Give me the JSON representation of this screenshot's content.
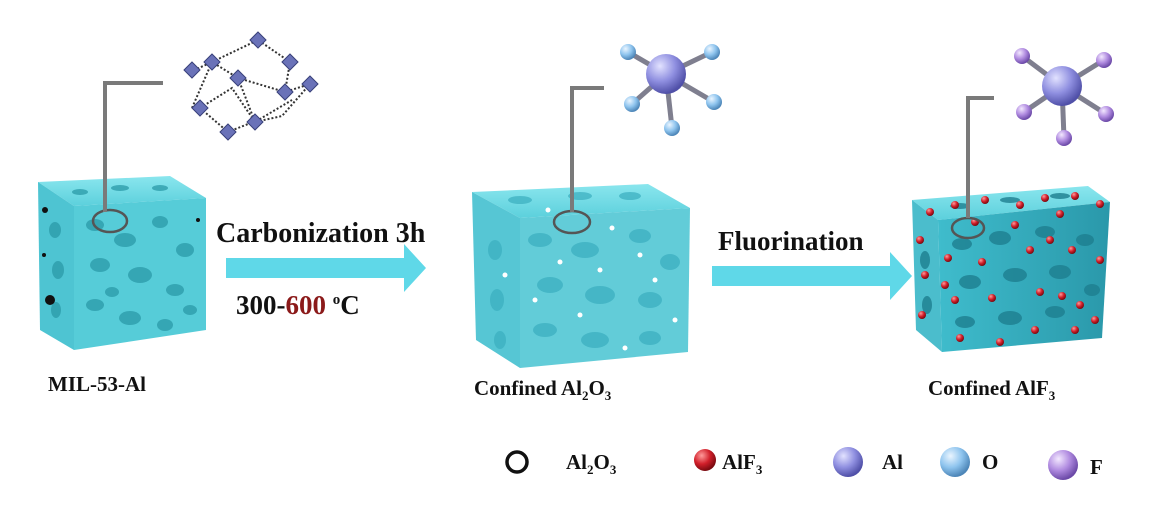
{
  "process": {
    "step1": {
      "name": "Carbonization",
      "duration": "3h",
      "temp_low": "300-",
      "temp_high": "600",
      "temp_deg": "o",
      "temp_unit": "C"
    },
    "step2": {
      "name": "Fluorination"
    }
  },
  "materials": {
    "m1": {
      "label": "MIL-53-Al"
    },
    "m2": {
      "prefix": "Confined Al",
      "sub1": "2",
      "mid": "O",
      "sub2": "3"
    },
    "m3": {
      "prefix": "Confined AlF",
      "sub1": "3"
    }
  },
  "legend": {
    "al2o3": {
      "prefix": "Al",
      "sub1": "2",
      "mid": "O",
      "sub2": "3"
    },
    "alf3": {
      "prefix": "AlF",
      "sub1": "3"
    },
    "al": "Al",
    "o": "O",
    "f": "F"
  },
  "colors": {
    "foam": "#5cd0dc",
    "foam_dark": "#2aa6b8",
    "arrow": "#5fd8e8",
    "particle_red": "#d11f2a",
    "atom_al": "#8f8fe0",
    "atom_o": "#8ec4ee",
    "atom_f": "#b08be0",
    "mof_node": "#6a72b8",
    "temp_highlight": "#8b1a1a"
  }
}
